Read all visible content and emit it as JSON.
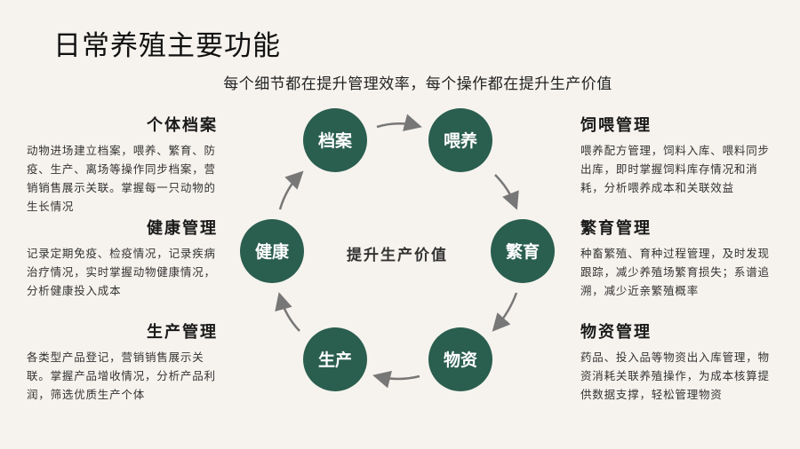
{
  "title": "日常养殖主要功能",
  "subtitle": "每个细节都在提升管理效率，每个操作都在提升生产价值",
  "accent_color": "#2a5e4f",
  "arrow_color": "#777777",
  "cycle": {
    "center": "提升生产价值",
    "nodes": [
      "档案",
      "喂养",
      "繁育",
      "物资",
      "生产",
      "健康"
    ]
  },
  "left_blocks": [
    {
      "title": "个体档案",
      "text": "动物进场建立档案，喂养、繁育、防疫、生产、离场等操作同步档案，营销销售展示关联。掌握每一只动物的生长情况"
    },
    {
      "title": "健康管理",
      "text": "记录定期免疫、检疫情况，记录疾病治疗情况，实时掌握动物健康情况，分析健康投入成本"
    },
    {
      "title": "生产管理",
      "text": "各类型产品登记，营销销售展示关联。掌握产品增收情况，分析产品利润，筛选优质生产个体"
    }
  ],
  "right_blocks": [
    {
      "title": "饲喂管理",
      "text": "喂养配方管理，饲料入库、喂料同步出库，即时掌握饲料库存情况和消耗，分析喂养成本和关联效益"
    },
    {
      "title": "繁育管理",
      "text": "种畜繁殖、育种过程管理，及时发现跟踪，减少养殖场繁育损失；系谱追溯，减少近亲繁殖概率"
    },
    {
      "title": "物资管理",
      "text": "药品、投入品等物资出入库管理，物资消耗关联养殖操作，为成本核算提供数据支撑，轻松管理物资"
    }
  ]
}
